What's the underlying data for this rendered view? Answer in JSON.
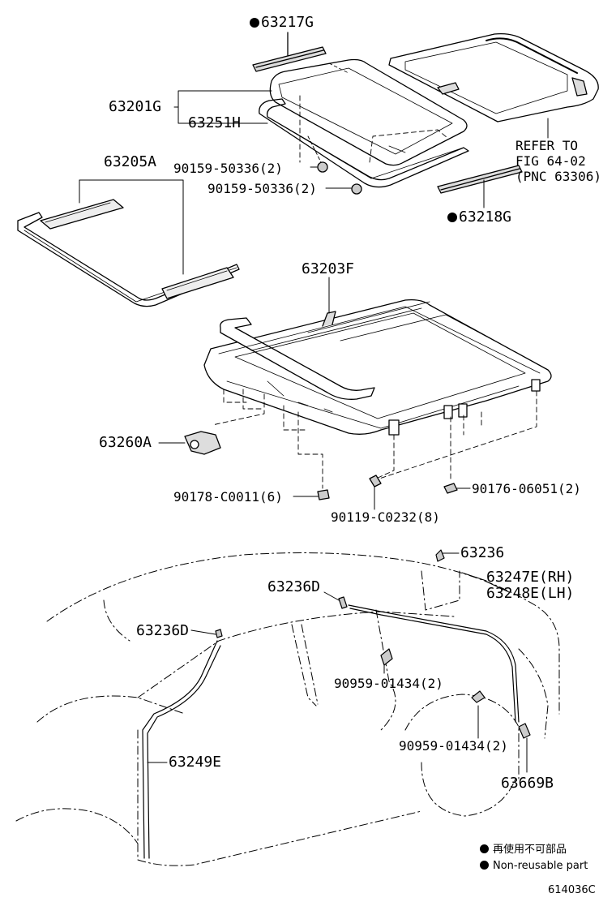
{
  "diagram": {
    "parts": {
      "p63217G": "63217G",
      "p63201G": "63201G",
      "p63251H": "63251H",
      "p90159a": "90159-50336(2)",
      "p90159b": "90159-50336(2)",
      "p63205A": "63205A",
      "p63218G": "63218G",
      "p63203F": "63203F",
      "p63260A": "63260A",
      "p90178": "90178-C0011(6)",
      "p90119": "90119-C0232(8)",
      "p90176": "90176-06051(2)",
      "p63236": "63236",
      "p63236Da": "63236D",
      "p63236Db": "63236D",
      "p63247E": "63247E(RH)",
      "p63248E": "63248E(LH)",
      "p90959a": "90959-01434(2)",
      "p90959b": "90959-01434(2)",
      "p63249E": "63249E",
      "p63669B": "63669B"
    },
    "refer": {
      "line1": "REFER TO",
      "line2": "FIG 64-02",
      "line3": "(PNC 63306)"
    },
    "legend": {
      "line_jp": "再使用不可部品",
      "line_en": "Non-reusable part"
    },
    "figure_id": "614036C"
  }
}
